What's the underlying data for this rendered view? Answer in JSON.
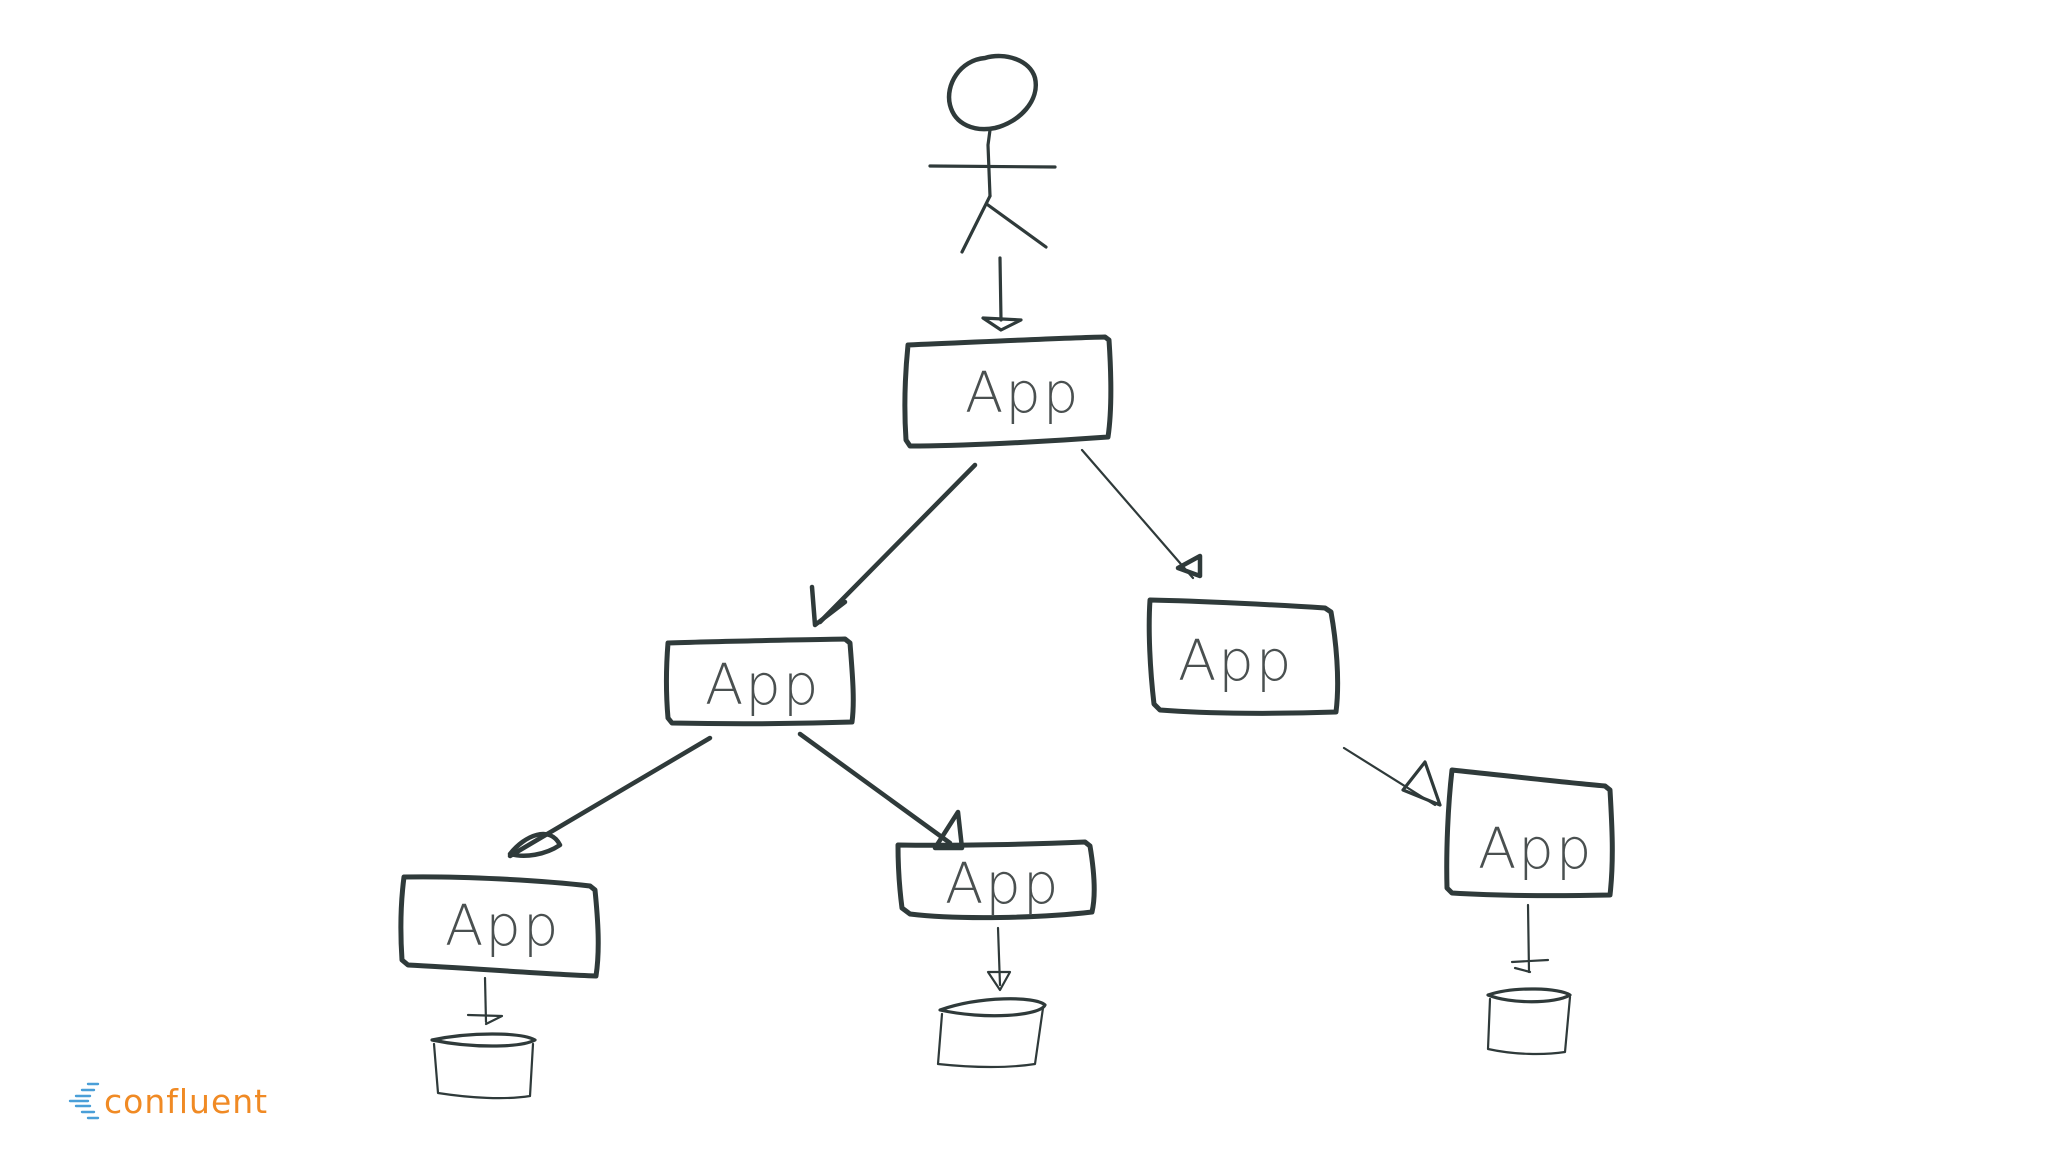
{
  "diagram": {
    "nodes": [
      {
        "id": "root",
        "label": "App",
        "has_db": false
      },
      {
        "id": "mid-left",
        "label": "App",
        "has_db": false
      },
      {
        "id": "mid-right",
        "label": "App",
        "has_db": false
      },
      {
        "id": "leaf-left",
        "label": "App",
        "has_db": true
      },
      {
        "id": "leaf-middle",
        "label": "App",
        "has_db": true
      },
      {
        "id": "leaf-right",
        "label": "App",
        "has_db": true
      }
    ],
    "edges": [
      {
        "from": "user",
        "to": "root"
      },
      {
        "from": "root",
        "to": "mid-left"
      },
      {
        "from": "root",
        "to": "mid-right"
      },
      {
        "from": "mid-left",
        "to": "leaf-left"
      },
      {
        "from": "mid-left",
        "to": "leaf-middle"
      },
      {
        "from": "mid-right",
        "to": "leaf-right"
      }
    ]
  },
  "brand": {
    "name": "confluent",
    "color": "#f08a24",
    "mark_color": "#4a9fd8"
  },
  "colors": {
    "ink": "#2f3a3a",
    "background": "#ffffff"
  }
}
